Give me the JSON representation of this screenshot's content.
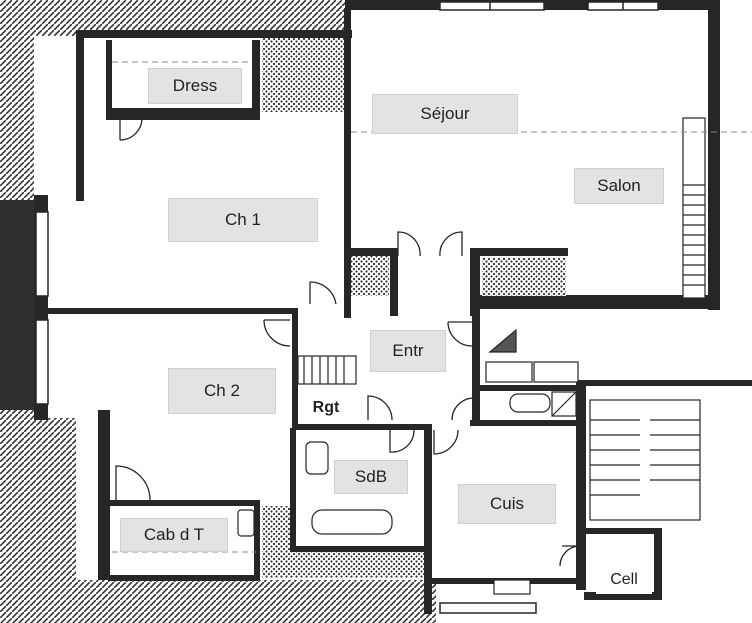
{
  "colors": {
    "wall": "#262626",
    "floor": "#ffffff",
    "label_bg": "#e3e3e3",
    "hatch": "#3a3a3a",
    "text": "#222222"
  },
  "rooms": {
    "dress": "Dress",
    "sejour": "Séjour",
    "salon": "Salon",
    "ch1": "Ch 1",
    "ch2": "Ch 2",
    "entr": "Entr",
    "rgt": "Rgt",
    "sdb": "SdB",
    "cuis": "Cuis",
    "cab": "Cab d T",
    "cell": "Cell"
  }
}
